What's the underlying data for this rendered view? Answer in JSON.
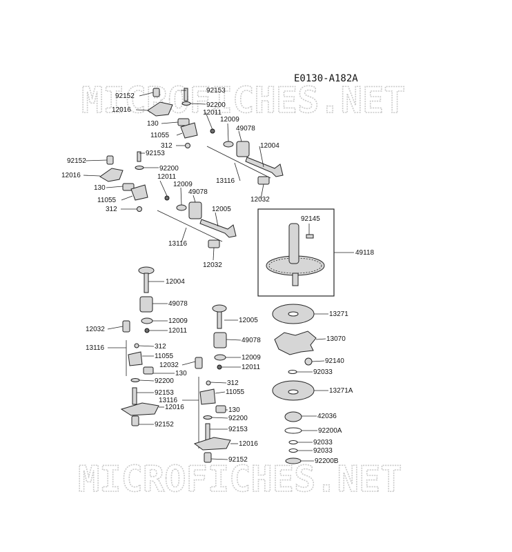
{
  "diagram_ref": "E0130-A182A",
  "watermark_text": "MICROFICHES.NET",
  "colors": {
    "line": "#222222",
    "part_fill": "#d6d6d6",
    "watermark": "#c9c9c9"
  },
  "labels": {
    "l92152a": "92152",
    "l92153a": "92153",
    "l92200a": "92200",
    "l12016a": "12016",
    "l12011a": "12011",
    "l130a": "130",
    "l12009a": "12009",
    "l11055a": "11055",
    "l49078a": "49078",
    "l312a": "312",
    "l12004a": "12004",
    "l92152b": "92152",
    "l92153b": "92153",
    "l12016b": "12016",
    "l92200b": "92200",
    "l12011b": "12011",
    "l130b": "130",
    "l12009b": "12009",
    "l49078b": "49078",
    "l11055b": "11055",
    "l312b": "312",
    "l12005a": "12005",
    "l13116a": "13116",
    "l12032a": "12032",
    "l13116b": "13116",
    "l12032b": "12032",
    "l92145": "92145",
    "l49118": "49118",
    "l12004b": "12004",
    "l49078c": "49078",
    "l12009c": "12009",
    "l12032c": "12032",
    "l12011c": "12011",
    "l13116c": "13116",
    "l312c": "312",
    "l11055c": "11055",
    "l12032d": "12032",
    "l130c": "130",
    "l92200c": "92200",
    "l92153c": "92153",
    "l12016c": "12016",
    "l92152c": "92152",
    "l12005b": "12005",
    "l49078d": "49078",
    "l12009d": "12009",
    "l12011d": "12011",
    "l312d": "312",
    "l11055d": "11055",
    "l13116d": "13116",
    "l130d": "130",
    "l92200d": "92200",
    "l92153d": "92153",
    "l12016d": "12016",
    "l92152d": "92152",
    "l13271": "13271",
    "l13070": "13070",
    "l92140": "92140",
    "l92033a": "92033",
    "l13271A": "13271A",
    "l42036": "42036",
    "l92200A": "92200A",
    "l92033b": "92033",
    "l92033c": "92033",
    "l92200B": "92200B"
  }
}
